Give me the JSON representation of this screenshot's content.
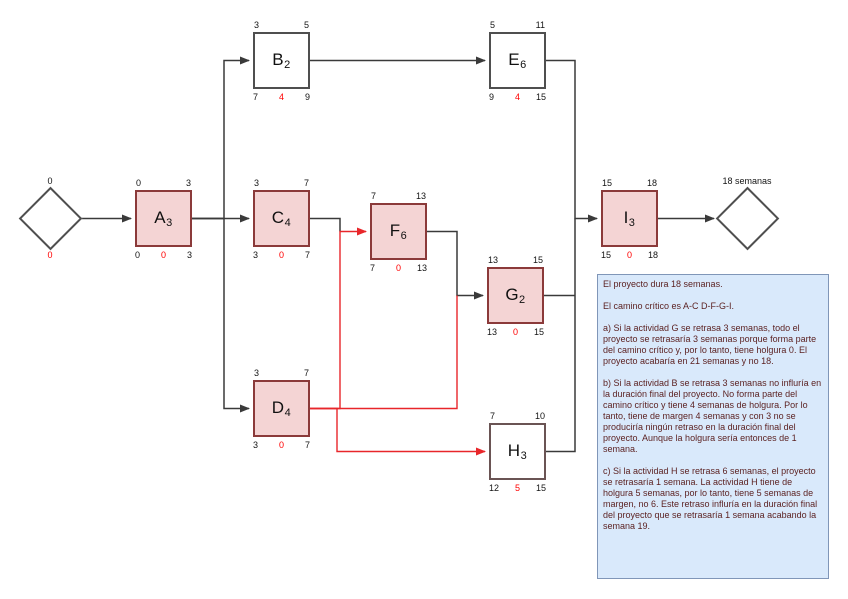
{
  "diagram": {
    "start_node": {
      "top_label": "0",
      "bottom_label": "0"
    },
    "end_node": {
      "top_label": "18 semanas"
    },
    "nodes": [
      {
        "id": "A",
        "dur": "3",
        "es": "0",
        "ef": "3",
        "ls": "0",
        "slack": "0",
        "lf": "3",
        "critical": true
      },
      {
        "id": "B",
        "dur": "2",
        "es": "3",
        "ef": "5",
        "ls": "7",
        "slack": "4",
        "lf": "9",
        "critical": false
      },
      {
        "id": "C",
        "dur": "4",
        "es": "3",
        "ef": "7",
        "ls": "3",
        "slack": "0",
        "lf": "7",
        "critical": true
      },
      {
        "id": "D",
        "dur": "4",
        "es": "3",
        "ef": "7",
        "ls": "3",
        "slack": "0",
        "lf": "7",
        "critical": true
      },
      {
        "id": "E",
        "dur": "6",
        "es": "5",
        "ef": "11",
        "ls": "9",
        "slack": "4",
        "lf": "15",
        "critical": false
      },
      {
        "id": "F",
        "dur": "6",
        "es": "7",
        "ef": "13",
        "ls": "7",
        "slack": "0",
        "lf": "13",
        "critical": true
      },
      {
        "id": "G",
        "dur": "2",
        "es": "13",
        "ef": "15",
        "ls": "13",
        "slack": "0",
        "lf": "15",
        "critical": true
      },
      {
        "id": "H",
        "dur": "3",
        "es": "7",
        "ef": "10",
        "ls": "12",
        "slack": "5",
        "lf": "15",
        "critical": false
      },
      {
        "id": "I",
        "dur": "3",
        "es": "15",
        "ef": "18",
        "ls": "15",
        "slack": "0",
        "lf": "18",
        "critical": true
      }
    ]
  },
  "notes_panel": {
    "paragraphs": [
      "El proyecto dura 18 semanas.",
      "El camino crítico es A-C D-F-G-I.",
      "a) Si la actividad G se retrasa 3 semanas, todo el proyecto se retrasaría 3 semanas porque forma parte del camino crítico y, por lo tanto, tiene holgura 0. El proyecto acabaría en 21 semanas y no 18.",
      "b) Si la actividad B se retrasa 3 semanas no influría en la duración final del proyecto. No forma parte del camino crítico y tiene 4 semanas de holgura. Por lo tanto, tiene de margen 4 semanas y con 3 no se produciría ningún retraso en la duración final del proyecto. Aunque la holgura sería entonces de 1 semana.",
      "c) Si la actividad H se retrasa 6 semanas, el proyecto se retrasaría 1 semana. La actividad H tiene de holgura 5 semanas, por lo tanto, tiene 5 semanas de margen, no 6. Este retraso influría en la duración final del proyecto que se retrasaría 1 semana acabando la semana 19."
    ]
  },
  "colors": {
    "critical_fill": "#f4d4d4",
    "critical_border": "#8b3a3a",
    "normal_border": "#4f4f4f",
    "line_black": "#3a3a3a",
    "line_red": "#e8262a",
    "slack_red": "#ff0000",
    "notes_bg": "#d9e9fb",
    "notes_border": "#8096b8",
    "notes_text": "#5a1f1f"
  }
}
